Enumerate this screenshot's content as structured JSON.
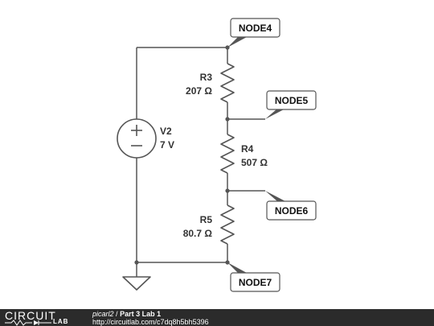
{
  "schematic": {
    "source": {
      "name": "V2",
      "value": "7 V"
    },
    "resistors": [
      {
        "name": "R3",
        "value": "207 Ω"
      },
      {
        "name": "R4",
        "value": "507 Ω"
      },
      {
        "name": "R5",
        "value": "80.7 Ω"
      }
    ],
    "nodes": [
      "NODE4",
      "NODE5",
      "NODE6",
      "NODE7"
    ],
    "colors": {
      "wire": "#555555",
      "footer_bg": "#2b2b2b"
    }
  },
  "footer": {
    "logo_top": "CIRCUIT",
    "logo_bottom": "LAB",
    "user": "picarl2",
    "separator": "/",
    "circuit_title": "Part 3 Lab 1",
    "url": "http://circuitlab.com/c7dq8h5bh5396"
  }
}
